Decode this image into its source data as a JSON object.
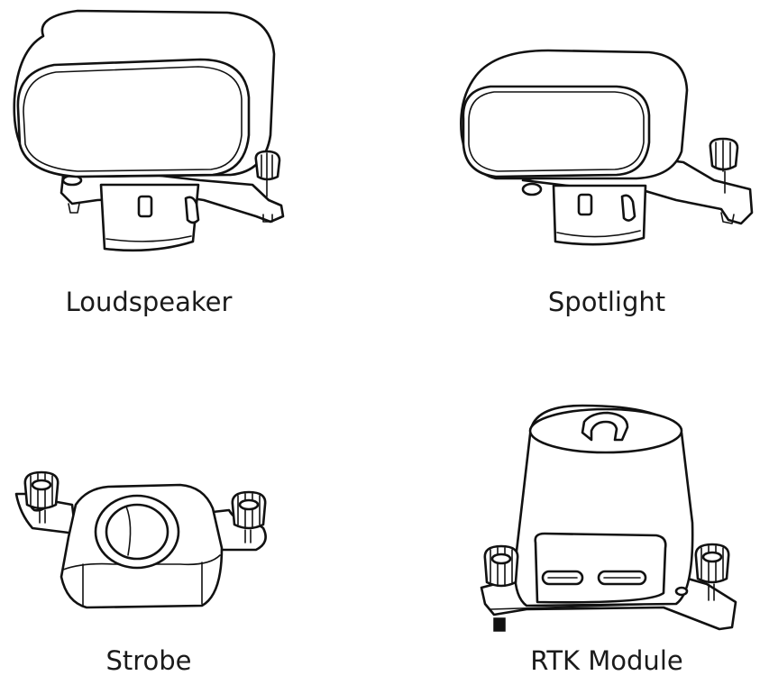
{
  "accessories": [
    {
      "id": "loudspeaker",
      "label": "Loudspeaker"
    },
    {
      "id": "spotlight",
      "label": "Spotlight"
    },
    {
      "id": "strobe",
      "label": "Strobe"
    },
    {
      "id": "rtk",
      "label": "RTK Module"
    }
  ]
}
